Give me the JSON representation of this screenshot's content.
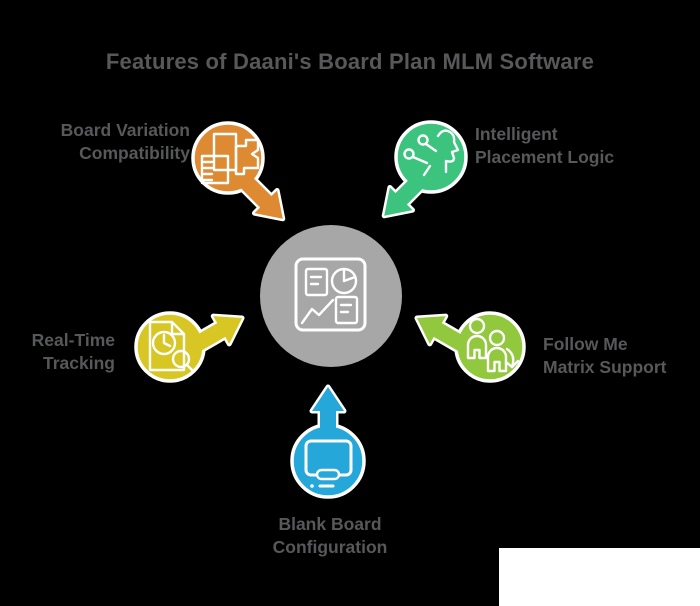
{
  "title": "Features of Daani's Board Plan MLM Software",
  "colors": {
    "background": "#000000",
    "text": "#57585a",
    "icon_stroke": "#ffffff",
    "corner_block": "#ffffff"
  },
  "center": {
    "color": "#a7a7a7",
    "icon": "dashboard-icon"
  },
  "features": [
    {
      "id": "board-variation",
      "label_line1": "Board Variation",
      "label_line2": "Compatibility",
      "color": "#dd8a33",
      "icon": "board-blocks-icon",
      "position": "top-left"
    },
    {
      "id": "intelligent-placement",
      "label_line1": "Intelligent",
      "label_line2": "Placement Logic",
      "color": "#3cc47e",
      "icon": "ai-head-icon",
      "position": "top-right"
    },
    {
      "id": "real-time-tracking",
      "label_line1": "Real-Time",
      "label_line2": "Tracking",
      "color": "#d7c623",
      "icon": "tracking-doc-icon",
      "position": "left"
    },
    {
      "id": "follow-me-matrix",
      "label_line1": "Follow Me",
      "label_line2": "Matrix Support",
      "color": "#92c83e",
      "icon": "follow-users-icon",
      "position": "right"
    },
    {
      "id": "blank-board",
      "label_line1": "Blank Board",
      "label_line2": "Configuration",
      "color": "#25a7da",
      "icon": "monitor-icon",
      "position": "bottom"
    }
  ]
}
